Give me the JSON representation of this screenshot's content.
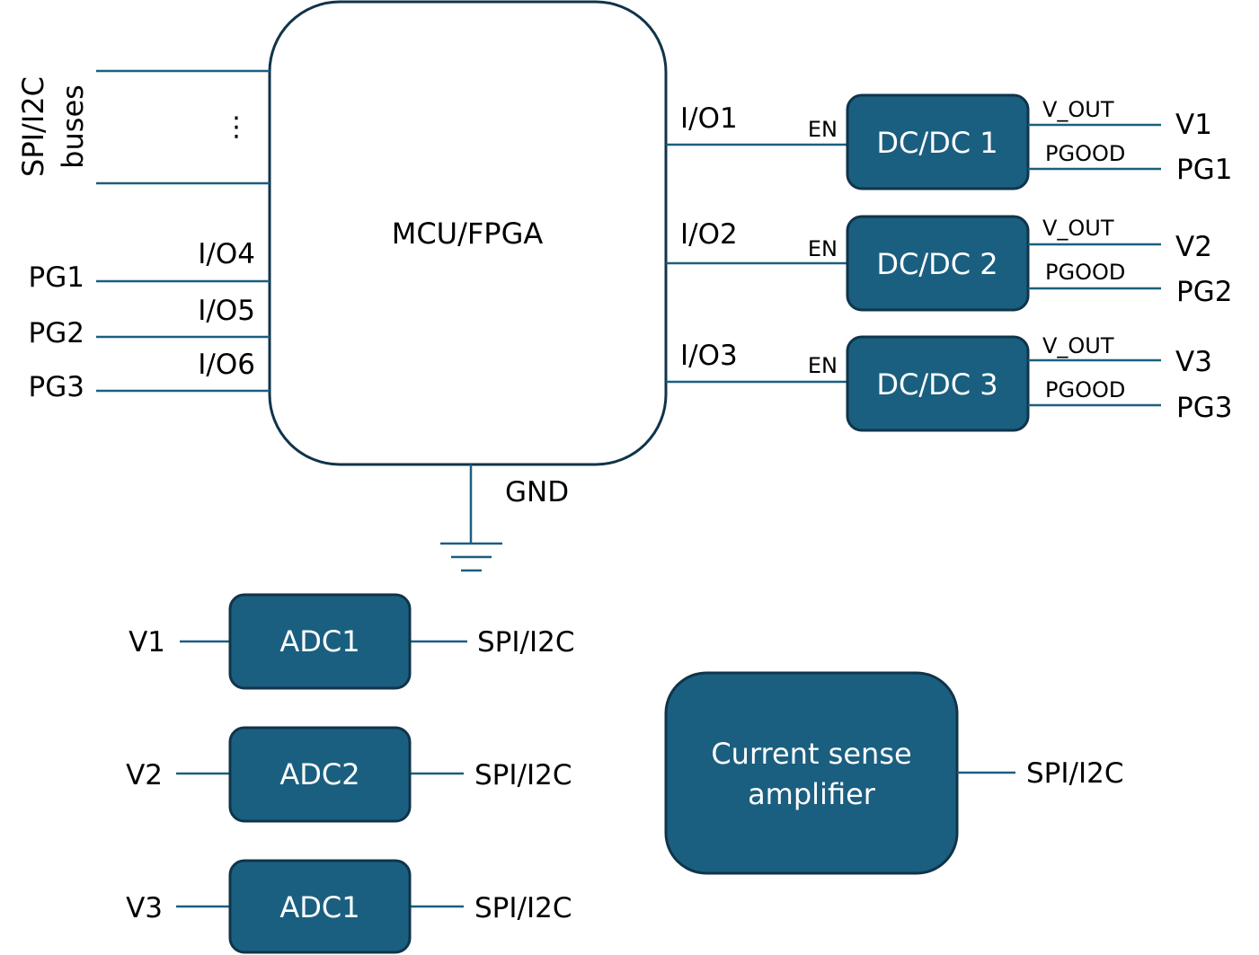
{
  "colors": {
    "block_fill": "#1a5f80",
    "block_border": "#10344a",
    "wire": "#1a5f80"
  },
  "mcu": {
    "label": "MCU/FPGA",
    "bus_label_line1": "SPI/I2C",
    "bus_label_line2": "buses",
    "bus_ellipsis": "⋮",
    "gnd_label": "GND",
    "left_io": [
      {
        "io": "I/O4",
        "signal": "PG1"
      },
      {
        "io": "I/O5",
        "signal": "PG2"
      },
      {
        "io": "I/O6",
        "signal": "PG3"
      }
    ],
    "right_io": [
      "I/O1",
      "I/O2",
      "I/O3"
    ]
  },
  "dcdc": [
    {
      "label": "DC/DC 1",
      "en": "EN",
      "vout_label": "V_OUT",
      "pgood_label": "PGOOD",
      "v": "V1",
      "pg": "PG1"
    },
    {
      "label": "DC/DC 2",
      "en": "EN",
      "vout_label": "V_OUT",
      "pgood_label": "PGOOD",
      "v": "V2",
      "pg": "PG2"
    },
    {
      "label": "DC/DC 3",
      "en": "EN",
      "vout_label": "V_OUT",
      "pgood_label": "PGOOD",
      "v": "V3",
      "pg": "PG3"
    }
  ],
  "adcs": [
    {
      "input": "V1",
      "label": "ADC1",
      "output": "SPI/I2C"
    },
    {
      "input": "V2",
      "label": "ADC2",
      "output": "SPI/I2C"
    },
    {
      "input": "V3",
      "label": "ADC1",
      "output": "SPI/I2C"
    }
  ],
  "current_sense": {
    "line1": "Current sense",
    "line2": "amplifier",
    "output": "SPI/I2C"
  }
}
